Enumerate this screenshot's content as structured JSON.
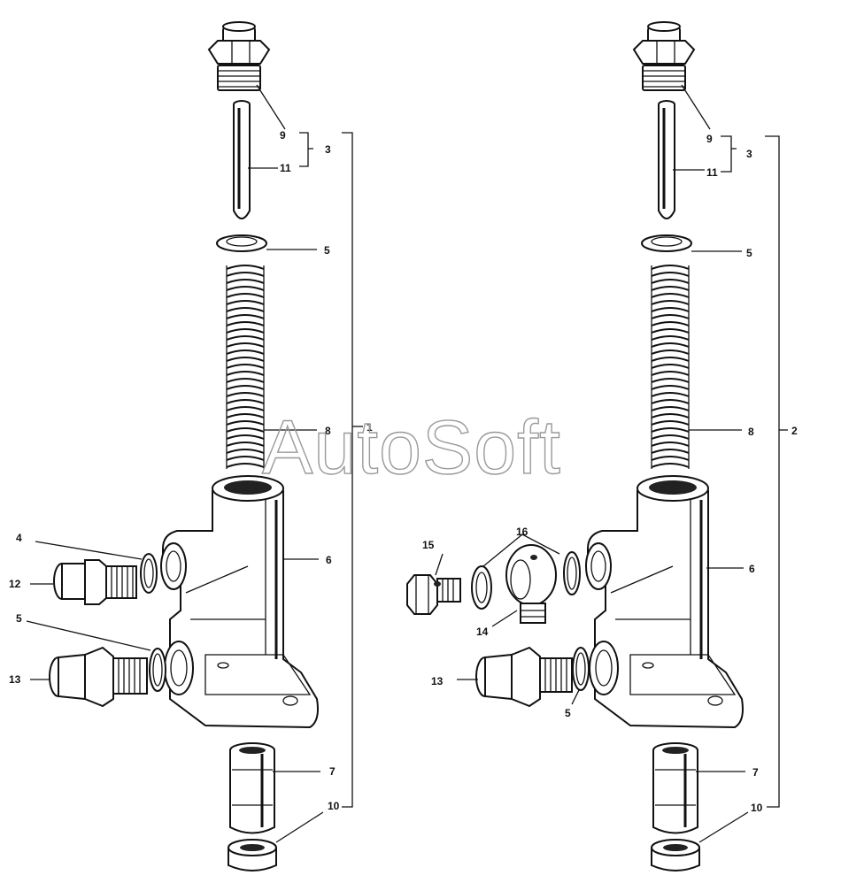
{
  "watermark": "AutoSoft",
  "left": {
    "c9": "9",
    "c11": "11",
    "c3": "3",
    "c5_top": "5",
    "c8": "8",
    "c1": "1",
    "c6": "6",
    "c4": "4",
    "c12": "12",
    "c5_mid": "5",
    "c13": "13",
    "c7": "7",
    "c10": "10"
  },
  "right": {
    "c9": "9",
    "c11": "11",
    "c3": "3",
    "c5_top": "5",
    "c8": "8",
    "c2": "2",
    "c6": "6",
    "c15": "15",
    "c16": "16",
    "c14": "14",
    "c13": "13",
    "c5_low": "5",
    "c7": "7",
    "c10": "10"
  }
}
